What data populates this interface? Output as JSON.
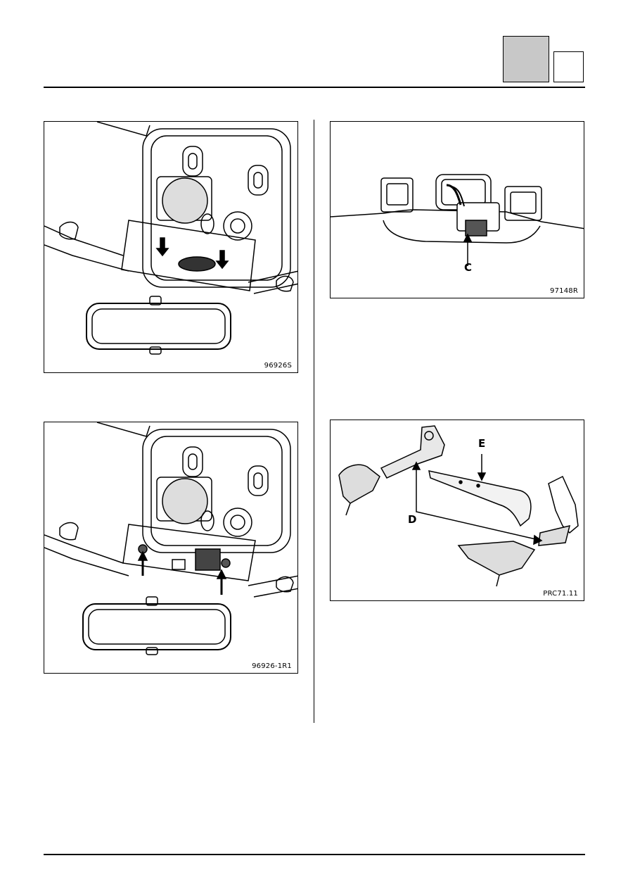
{
  "figures": {
    "fig1": {
      "ref": "96926S"
    },
    "fig2": {
      "ref": "97148R",
      "callouts": [
        "C"
      ]
    },
    "fig3": {
      "ref": "96926-1R1"
    },
    "fig4": {
      "ref": "PRC71.11",
      "callouts": [
        "E",
        "D"
      ]
    }
  }
}
